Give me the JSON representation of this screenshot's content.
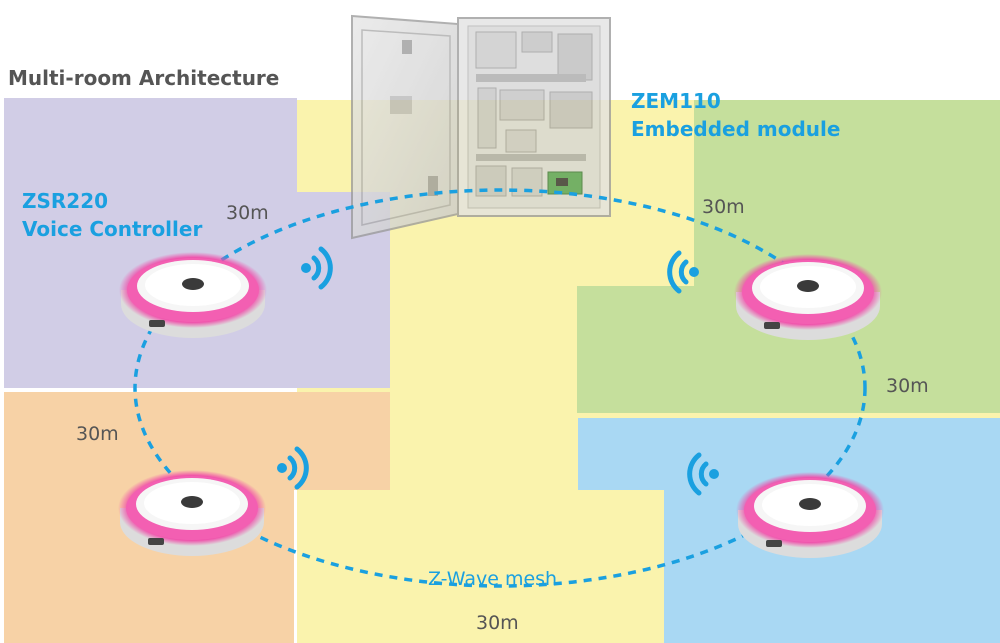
{
  "title": "Multi-room Architecture",
  "module": {
    "name": "ZEM110",
    "subtitle": "Embedded module"
  },
  "controller": {
    "name": "ZSR220",
    "subtitle": "Voice Controller"
  },
  "distances": {
    "top": "30m",
    "left": "30m",
    "right": "30m",
    "bottom": "30m"
  },
  "mesh_label": "Z-Wave mesh",
  "colors": {
    "purple_room": "#d1cde6",
    "orange_room": "#f7d2a6",
    "yellow_room": "#faf3ad",
    "green_room": "#c5df9c",
    "blue_room": "#a9d8f3",
    "accent": "#1aa0e0",
    "label_gray": "#555555"
  },
  "icons": [
    "wifi-signal-icon",
    "voice-controller-device",
    "electrical-panel"
  ]
}
